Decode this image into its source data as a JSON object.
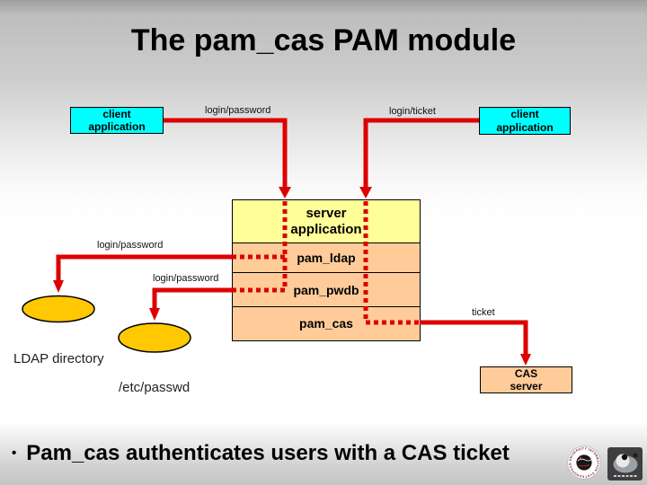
{
  "title": "The pam_cas PAM module",
  "diagram": {
    "client_left": "client\napplication",
    "client_right": "client\napplication",
    "server_app": "server\napplication",
    "pam_modules": [
      "pam_ldap",
      "pam_pwdb",
      "pam_cas"
    ],
    "cas_server": "CAS\nserver",
    "labels": {
      "login_password_top": "login/password",
      "login_ticket": "login/ticket",
      "login_password_ldap": "login/password",
      "login_password_pwdb": "login/password",
      "ticket": "ticket",
      "ldap_directory": "LDAP directory",
      "etc_passwd": "/etc/passwd"
    }
  },
  "bullet": {
    "marker": "•",
    "text": "Pam_cas authenticates users with a CAS ticket"
  },
  "icons": {
    "round_stamp_logo": "circular emblem with red ring text and dark globe",
    "round_stamp_ring_text": "EUROPEAN UNIVERSITY INFORMATION SYSTEMS •",
    "dark_square_logo": "dark square emblem with light sphere device"
  },
  "colors": {
    "slide_bg_top": "#c4c4c4",
    "slide_bg_middle": "#ffffff",
    "slide_bg_bottom": "#c5c5c5",
    "arrow_red": "#dd0000",
    "client_box_fill": "#00ffff",
    "server_app_fill": "#ffff99",
    "pam_row_fill": "#ffcc99",
    "cas_server_fill": "#ffcc99",
    "datastore_fill": "#ffc800",
    "box_border": "#000000"
  }
}
